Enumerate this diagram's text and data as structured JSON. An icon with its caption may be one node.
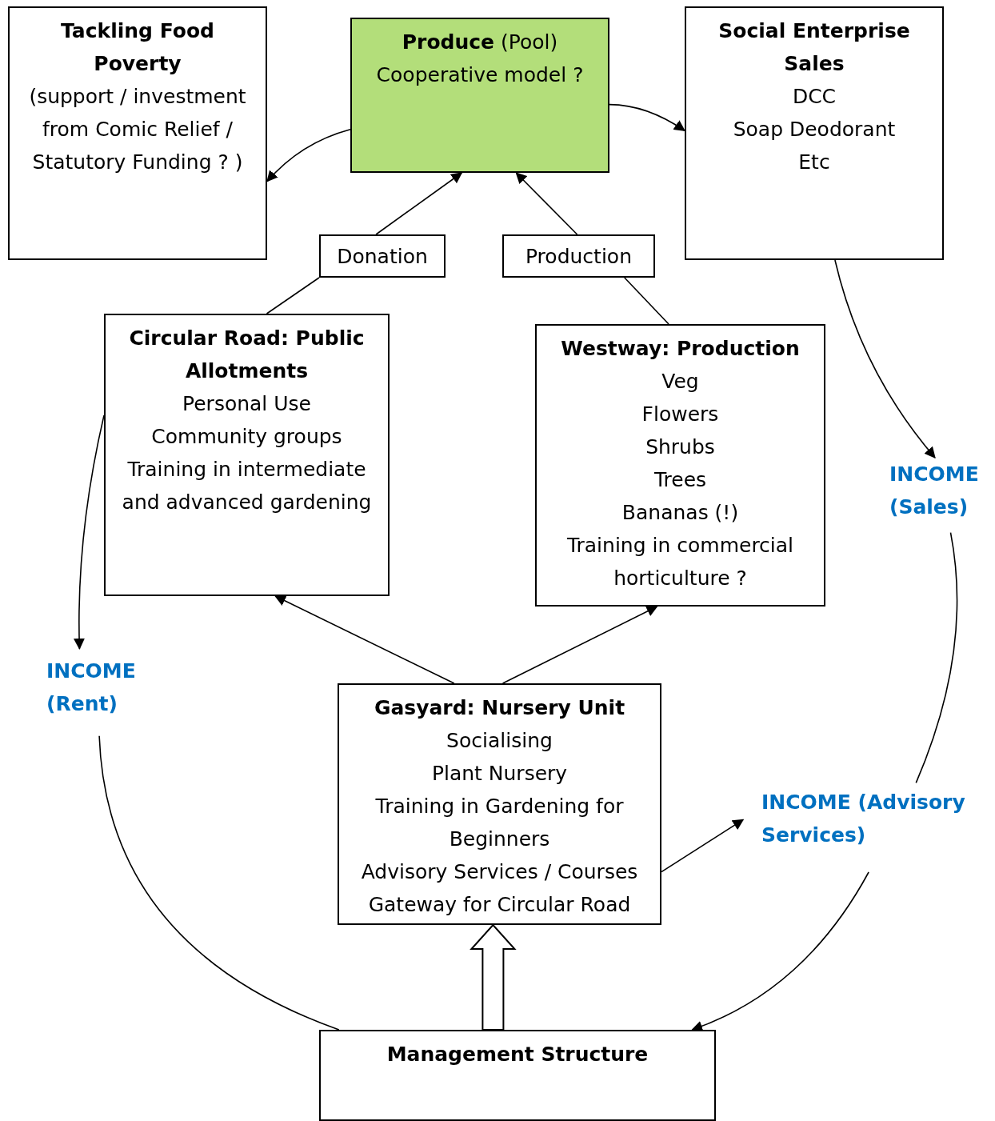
{
  "diagram": {
    "nodes": [
      {
        "text": [
          "Tackling Food Poverty",
          "(support / investment from Comic Relief / Statutory Funding ? )"
        ]
      },
      {
        "text": [
          "**Produce** (Pool)",
          "Cooperative model ?"
        ]
      },
      {
        "text": [
          "Social Enterprise Sales",
          "DCC",
          "Soap Deodorant",
          "Etc"
        ]
      },
      {
        "text": [
          "Donation"
        ]
      },
      {
        "text": [
          "Production"
        ]
      },
      {
        "text": [
          "Circular Road: Public Allotments",
          "Personal Use",
          "Community groups",
          "Training in intermediate and advanced gardening"
        ]
      },
      {
        "text": [
          "Westway: Production",
          "Veg",
          "Flowers",
          "Shrubs",
          "Trees",
          "Bananas (!)",
          "Training in commercial horticulture ?"
        ]
      },
      {
        "text": [
          "INCOME (Sales)"
        ]
      },
      {
        "text": [
          "INCOME (Rent)"
        ]
      },
      {
        "text": [
          "Gasyard: Nursery Unit",
          "Socialising",
          "Plant Nursery",
          "Training in Gardening for Beginners",
          "Advisory Services / Courses",
          "Gateway for Circular Road"
        ]
      },
      {
        "text": [
          "INCOME (Advisory Services)"
        ]
      },
      {
        "text": [
          "Management Structure"
        ]
      }
    ],
    "edges": [
      {
        "from": 1,
        "to": 0,
        "arrow": "to"
      },
      {
        "from": 1,
        "to": 2,
        "arrow": "to"
      },
      {
        "from": 5,
        "to": 3,
        "arrow": "none"
      },
      {
        "from": 3,
        "to": 1,
        "arrow": "to"
      },
      {
        "from": 6,
        "to": 4,
        "arrow": "none"
      },
      {
        "from": 4,
        "to": 1,
        "arrow": "to"
      },
      {
        "from": 2,
        "to": 7,
        "arrow": "to"
      },
      {
        "from": 7,
        "to": 10,
        "arrow": "none"
      },
      {
        "from": 10,
        "to": 11,
        "arrow": "to"
      },
      {
        "from": 5,
        "to": 8,
        "arrow": "to"
      },
      {
        "from": 8,
        "to": 11,
        "arrow": "none"
      },
      {
        "from": 9,
        "to": 5,
        "arrow": "to"
      },
      {
        "from": 9,
        "to": 6,
        "arrow": "to"
      },
      {
        "from": 9,
        "to": 10,
        "arrow": "to"
      },
      {
        "from": 11,
        "to": 9,
        "arrow": "to",
        "style": "thick"
      }
    ]
  }
}
